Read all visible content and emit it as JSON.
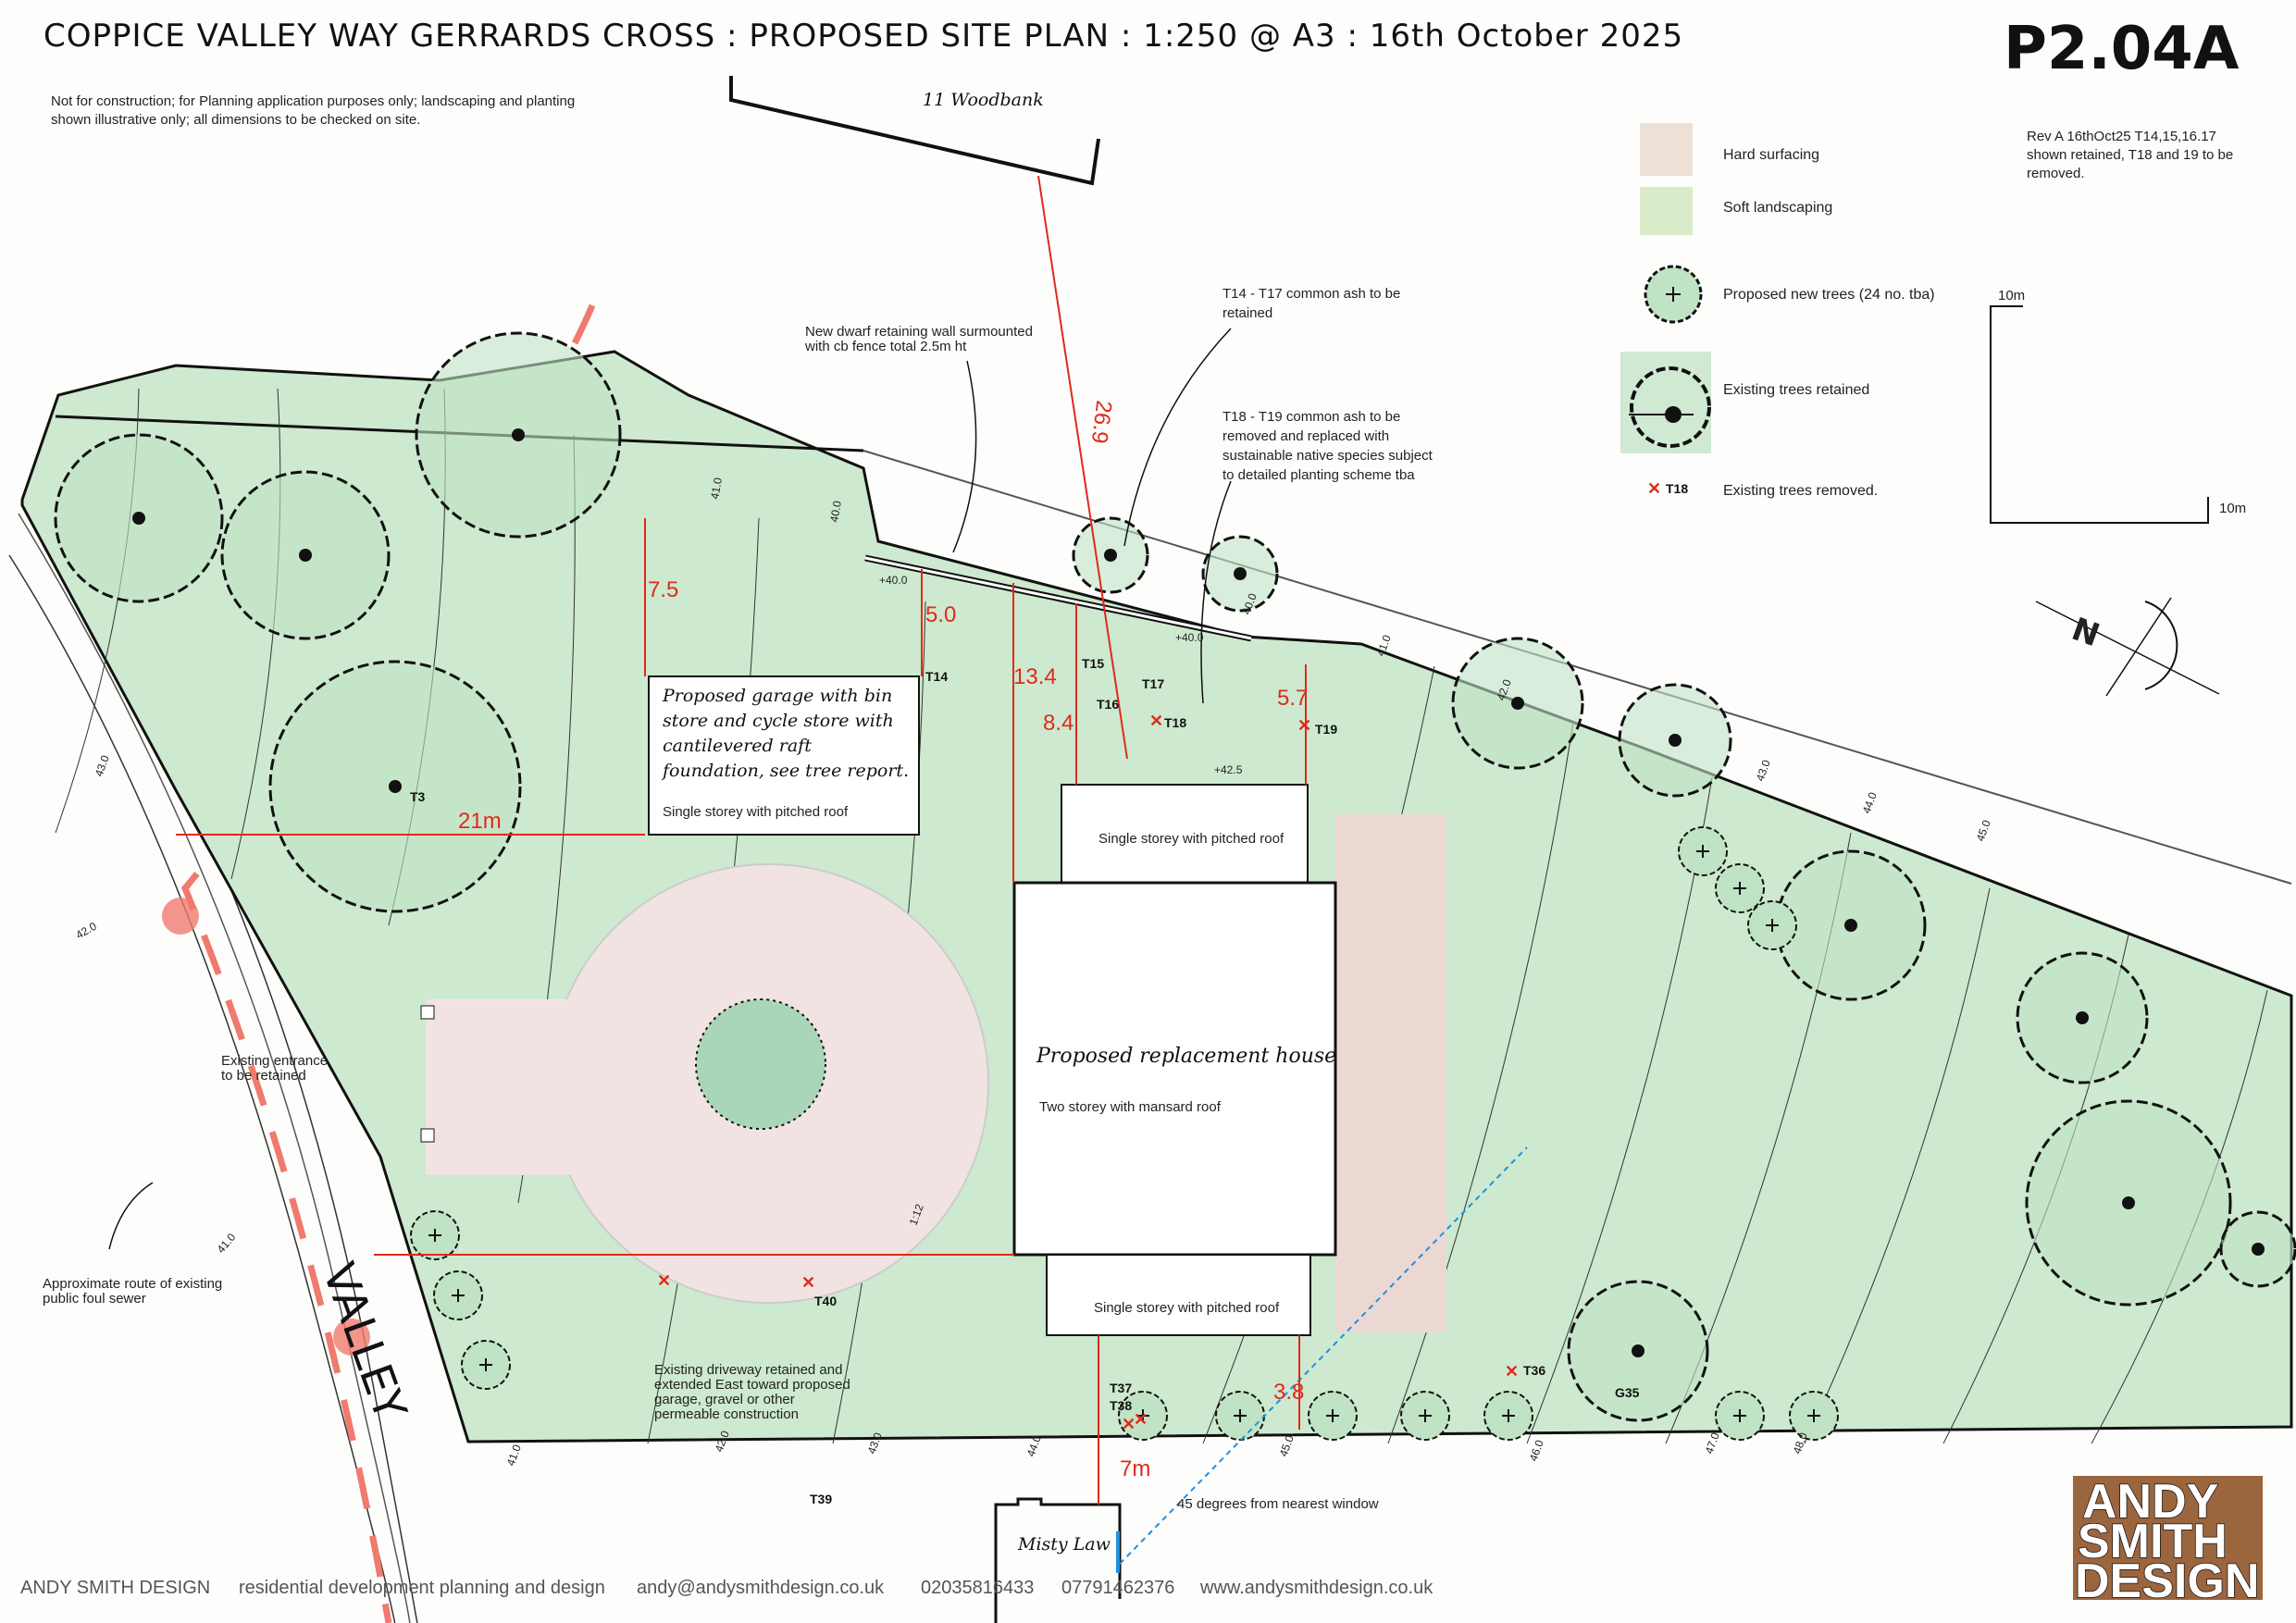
{
  "header": {
    "title": "COPPICE   VALLEY WAY   GERRARDS CROSS   :   PROPOSED SITE PLAN   :   1:250 @ A3   :   16th October 2025",
    "sheet_number": "P2.04A"
  },
  "notes": {
    "disclaimer_line1": "Not for construction; for Planning application purposes only; landscaping and planting",
    "disclaimer_line2": "shown illustrative only; all dimensions to be checked on site.",
    "revision_line1": "Rev A 16thOct25 T14,15,16.17",
    "revision_line2": "shown retained, T18 and 19 to be",
    "revision_line3": "removed."
  },
  "legend": {
    "hard_surfacing": "Hard surfacing",
    "soft_landscaping": "Soft landscaping",
    "proposed_trees": "Proposed new trees (24 no. tba)",
    "existing_trees_retained": "Existing trees retained",
    "removed_marker": "T18",
    "existing_trees_removed": "Existing trees removed.",
    "colors": {
      "hard": "#ede0d6",
      "soft": "#d9ebc9",
      "planting": "#bfe3c4",
      "dimension": "#e02a1a",
      "sewer": "#f07a6e",
      "sightline": "#1e90e0"
    }
  },
  "scale_bar": {
    "vertical_label": "10m",
    "horizontal_label": "10m"
  },
  "north_arrow": {
    "label": "N"
  },
  "neighbours": {
    "north": "11 Woodbank",
    "south": "Misty Law"
  },
  "road": {
    "name": "VALLEY"
  },
  "annotations": {
    "retaining_wall_line1": "New dwarf retaining wall surmounted",
    "retaining_wall_line2": "with cb fence total 2.5m ht",
    "t14_t17_line1": "T14 - T17 common ash to be",
    "t14_t17_line2": "retained",
    "t18_t19_line1": "T18 - T19 common ash to be",
    "t18_t19_line2": "removed and replaced with",
    "t18_t19_line3": "sustainable native species subject",
    "t18_t19_line4": "to detailed planting scheme tba",
    "entrance_line1": "Existing entrance",
    "entrance_line2": "to be retained",
    "sewer_line1": "Approximate route of existing",
    "sewer_line2": "public foul sewer",
    "driveway_line1": "Existing driveway retained and",
    "driveway_line2": "extended East toward proposed",
    "driveway_line3": "garage, gravel or other",
    "driveway_line4": "permeable construction",
    "sightline": "45 degrees from nearest window"
  },
  "buildings": {
    "garage_line1": "Proposed garage with bin",
    "garage_line2": "store and cycle store with",
    "garage_line3": "cantilevered raft",
    "garage_line4": "foundation, see tree report.",
    "garage_sub": "Single storey with pitched roof",
    "north_wing": "Single storey with pitched roof",
    "house_title": "Proposed replacement house",
    "house_sub": "Two storey with mansard roof",
    "south_wing": "Single storey with pitched roof"
  },
  "dimensions": {
    "d1": "7.5",
    "d2": "5.0",
    "d3": "13.4",
    "d4": "8.4",
    "d5": "5.7",
    "d6": "26.9",
    "d7": "21m",
    "d8": "3.8",
    "d9": "7m"
  },
  "trees": {
    "t3": "T3",
    "t14": "T14",
    "t15": "T15",
    "t16": "T16",
    "t17": "T17",
    "t18": "T18",
    "t19": "T19",
    "t40": "T40",
    "t39": "T39",
    "t37": "T37",
    "t38": "T38",
    "t36": "T36",
    "g35": "G35"
  },
  "levels": {
    "l1": "41.0",
    "l2": "40.0",
    "l3": "+40.0",
    "l4": "+40.0",
    "l5": "40.0",
    "l6": "41.0",
    "l7": "42.0",
    "l8": "43.0",
    "l9": "44.0",
    "l10": "45.0",
    "l11": "+42.5",
    "l12": "43.0",
    "l13": "42.0",
    "l14": "41.0",
    "l15": "41.0",
    "l16": "42.0",
    "l17": "43.0",
    "l18": "44.0",
    "l19": "45.0",
    "l20": "46.0",
    "l21": "47.0",
    "l22": "48.0",
    "ramp": "1:12"
  },
  "footer": {
    "company": "ANDY SMITH DESIGN",
    "tagline": "residential development planning and design",
    "email": "andy@andysmithdesign.co.uk",
    "phone1": "02035816433",
    "phone2": "07791462376",
    "website": "www.andysmithdesign.co.uk",
    "logo_line1": "ANDY",
    "logo_line2": "SMITH",
    "logo_line3": "DESIGN"
  }
}
